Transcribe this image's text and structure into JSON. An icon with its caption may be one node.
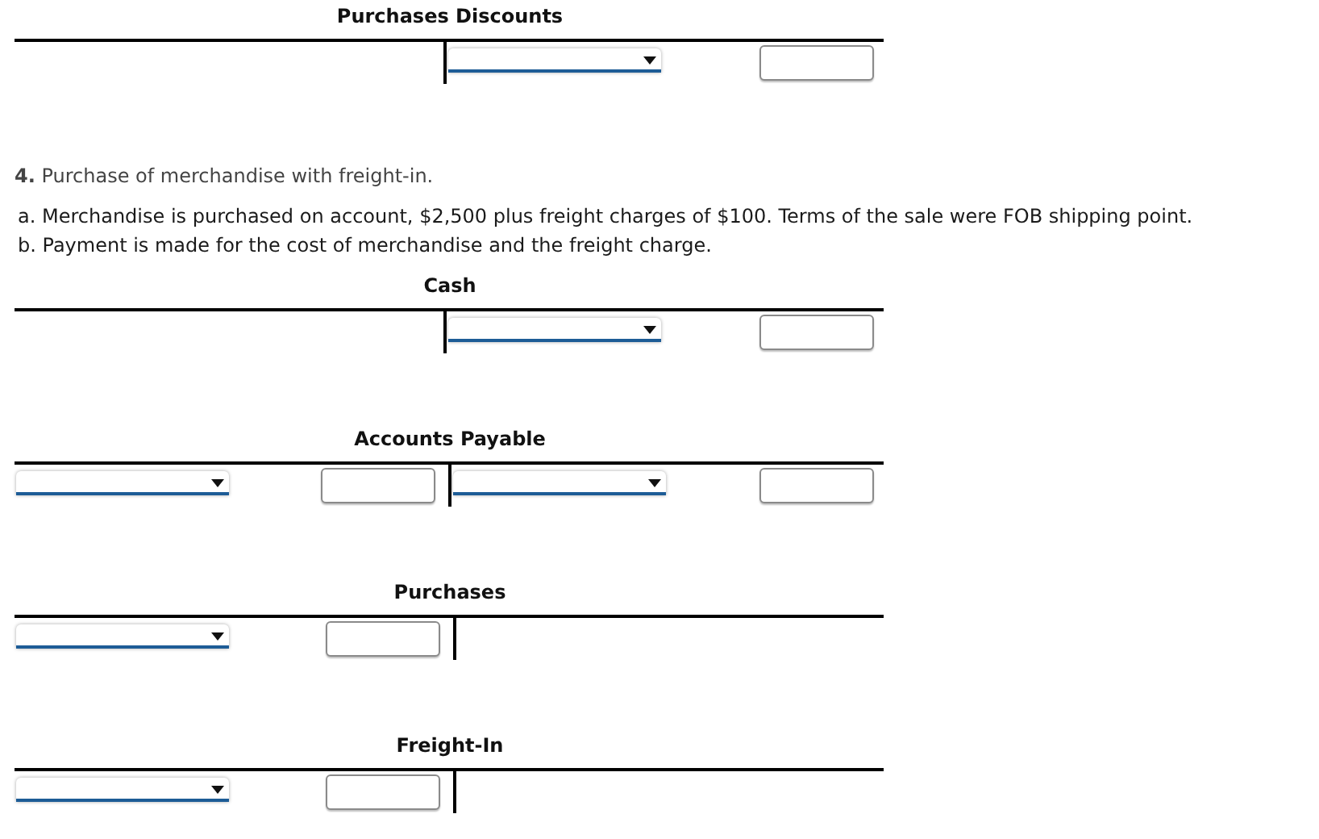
{
  "diagram": {
    "labels": [
      "Purchases Discounts",
      "**4.** Purchase of merchandise with freight-in.",
      "a. Merchandise is purchased on account, $2,500 plus freight charges of $100. Terms of the sale were FOB shipping point.",
      "b. Payment is made for the cost of merchandise and the freight charge.",
      "Cash",
      "Accounts Payable",
      "Purchases",
      "Freight-In"
    ]
  }
}
